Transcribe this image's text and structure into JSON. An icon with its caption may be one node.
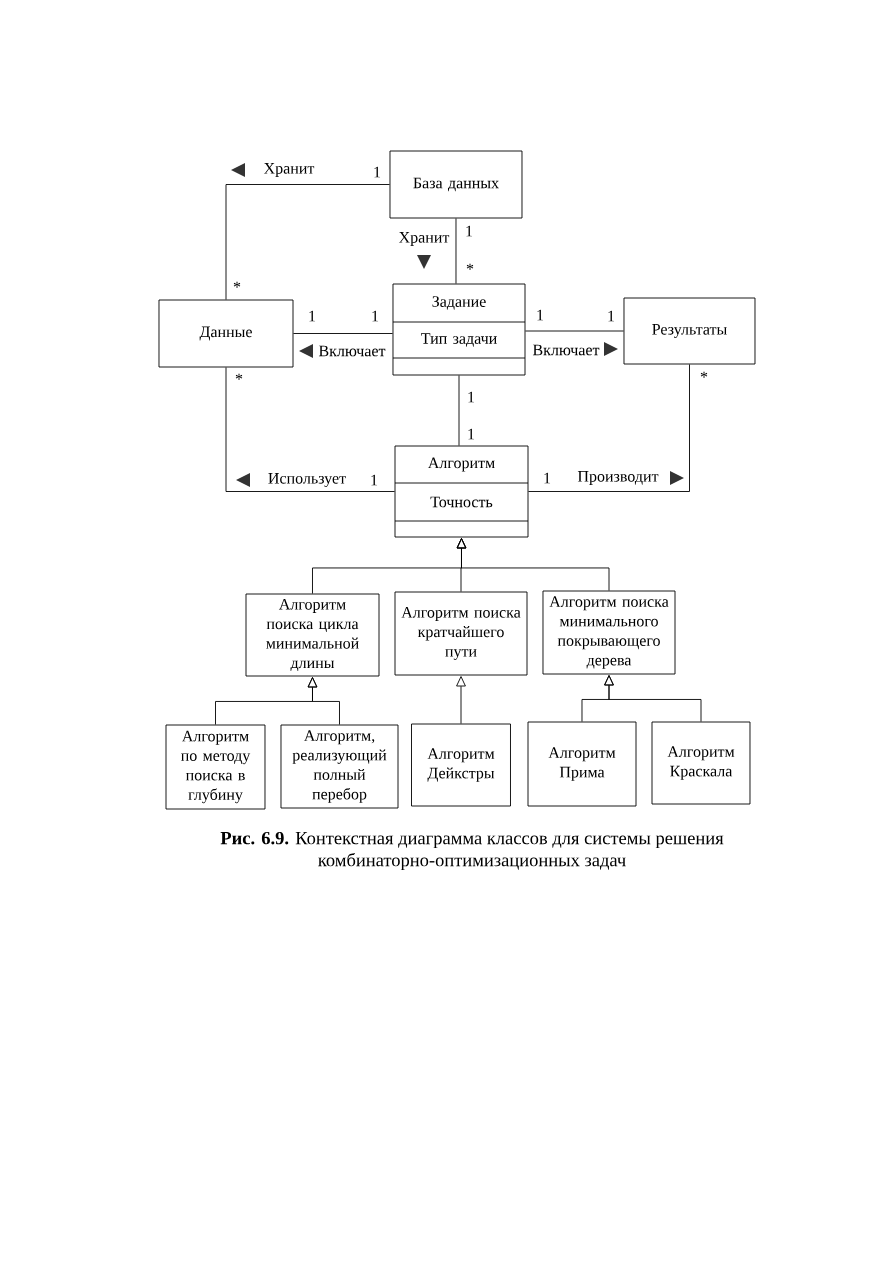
{
  "diagram": {
    "nodes": [
      {
        "text": [
          "База данных"
        ]
      },
      {
        "text": [
          "Данные"
        ]
      },
      {
        "text": [
          "Задание",
          "Тип задачи"
        ]
      },
      {
        "text": [
          "Результаты"
        ]
      },
      {
        "text": [
          "Алгоритм",
          "Точность"
        ]
      },
      {
        "text": [
          "Алгоритм поиска цикла минимальной длины"
        ]
      },
      {
        "text": [
          "Алгоритм поиска кратчайшего пути"
        ]
      },
      {
        "text": [
          "Алгоритм поиска минимального покрывающего дерева"
        ]
      },
      {
        "text": [
          "Алгоритм по методу поиска в глубину"
        ]
      },
      {
        "text": [
          "Алгоритм, реализующий полный перебор"
        ]
      },
      {
        "text": [
          "Алгоритм Дейкстры"
        ]
      },
      {
        "text": [
          "Алгоритм Прима"
        ]
      },
      {
        "text": [
          "Алгоритм Краскала"
        ]
      }
    ],
    "edges": [
      {
        "from": 0,
        "to": 1,
        "arrow": "none",
        "label": "Хранит"
      },
      {
        "from": 0,
        "to": 2,
        "arrow": "none",
        "label": "Хранит"
      },
      {
        "from": 1,
        "to": 2,
        "arrow": "none",
        "label": "Включает"
      },
      {
        "from": 2,
        "to": 3,
        "arrow": "none",
        "label": "Включает"
      },
      {
        "from": 2,
        "to": 4,
        "arrow": "none"
      },
      {
        "from": 1,
        "to": 4,
        "arrow": "none",
        "label": "Использует"
      },
      {
        "from": 4,
        "to": 3,
        "arrow": "none",
        "label": "Производит"
      },
      {
        "from": 5,
        "to": 4,
        "arrow": "to"
      },
      {
        "from": 6,
        "to": 4,
        "arrow": "to"
      },
      {
        "from": 7,
        "to": 4,
        "arrow": "to"
      },
      {
        "from": 8,
        "to": 5,
        "arrow": "to"
      },
      {
        "from": 9,
        "to": 5,
        "arrow": "to"
      },
      {
        "from": 10,
        "to": 6,
        "arrow": "to"
      },
      {
        "from": 11,
        "to": 7,
        "arrow": "to"
      },
      {
        "from": 12,
        "to": 7,
        "arrow": "to"
      }
    ],
    "labels": [
      "1",
      "1",
      "*",
      "*",
      "1",
      "1",
      "1",
      "1",
      "*",
      "*",
      "1",
      "1",
      "1",
      "1"
    ],
    "caption": "**Рис. 6.9.** Контекстная диаграмма классов для системы решения комбинаторно-оптимизационных задач"
  }
}
